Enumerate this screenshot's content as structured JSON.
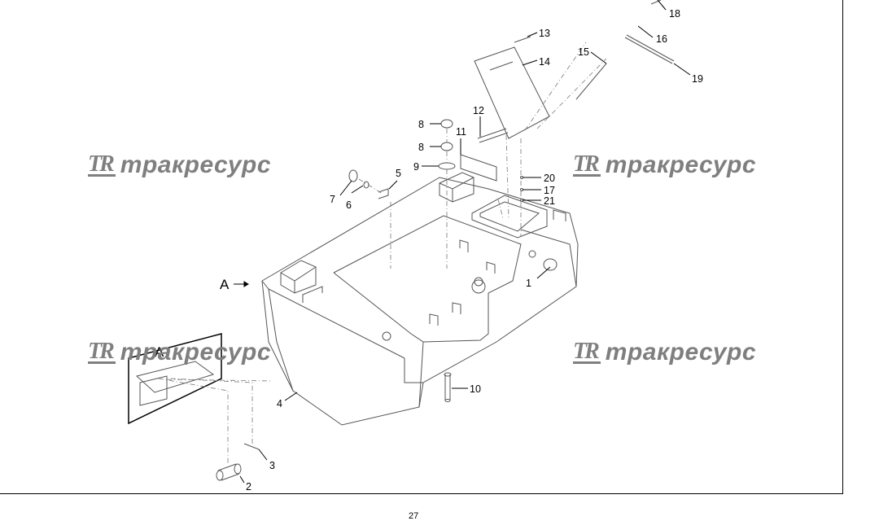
{
  "watermark": {
    "logo": "TR",
    "text": "тракресурс"
  },
  "page_number": "27",
  "callouts": [
    "1",
    "2",
    "3",
    "4",
    "5",
    "6",
    "7",
    "8",
    "8",
    "9",
    "10",
    "11",
    "12",
    "13",
    "14",
    "15",
    "16",
    "17",
    "18",
    "19",
    "20",
    "21"
  ],
  "view_labels": {
    "arrow": "A",
    "detail": "A"
  }
}
